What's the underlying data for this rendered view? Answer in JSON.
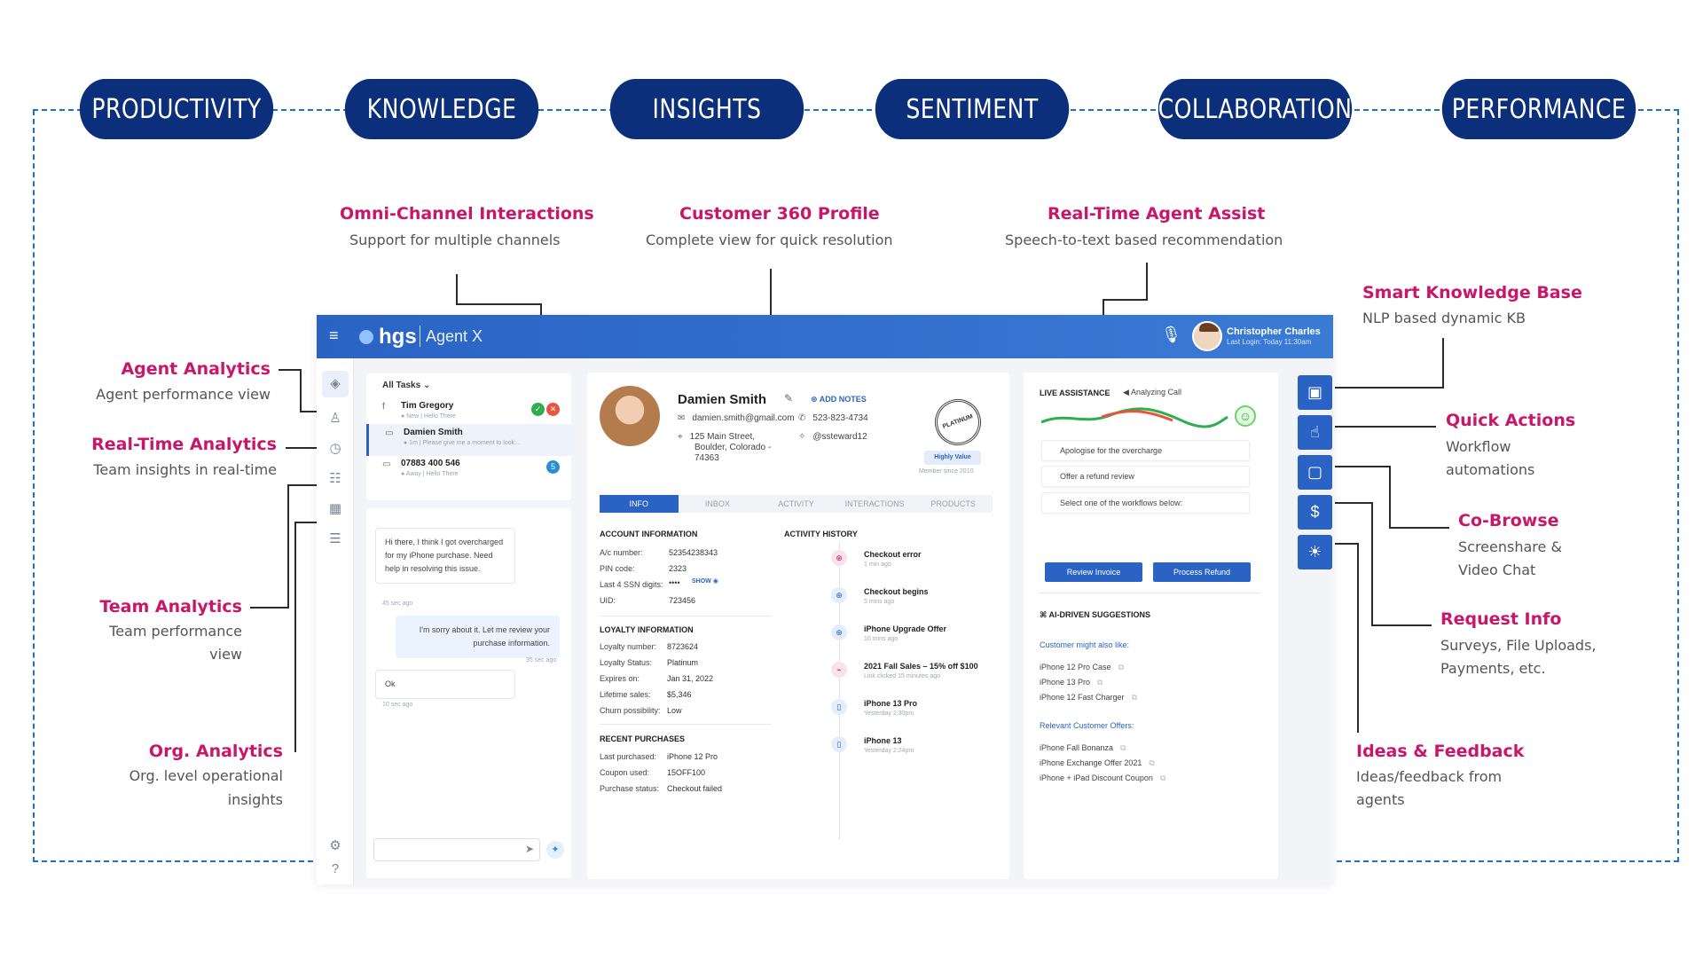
{
  "pillars": [
    "PRODUCTIVITY",
    "KNOWLEDGE",
    "INSIGHTS",
    "SENTIMENT",
    "COLLABORATION",
    "PERFORMANCE"
  ],
  "callouts": {
    "omni": {
      "title": "Omni-Channel Interactions",
      "sub": "Support for multiple channels"
    },
    "c360": {
      "title": "Customer 360 Profile",
      "sub": "Complete view for quick resolution"
    },
    "rtassist": {
      "title": "Real-Time Agent Assist",
      "sub": "Speech-to-text based recommendation"
    },
    "kb": {
      "title": "Smart Knowledge Base",
      "sub": "NLP based dynamic KB"
    },
    "agent": {
      "title": "Agent Analytics",
      "sub": "Agent performance view"
    },
    "rta": {
      "title": "Real-Time Analytics",
      "sub": "Team insights in real-time"
    },
    "team": {
      "title": "Team Analytics",
      "sub1": "Team performance",
      "sub2": "view"
    },
    "org": {
      "title": "Org. Analytics",
      "sub1": "Org. level operational",
      "sub2": "insights"
    },
    "quick": {
      "title": "Quick Actions",
      "sub1": "Workflow",
      "sub2": "automations"
    },
    "cobrowse": {
      "title": "Co-Browse",
      "sub1": "Screenshare &",
      "sub2": "Video Chat"
    },
    "request": {
      "title": "Request Info",
      "sub1": "Surveys, File Uploads,",
      "sub2": "Payments, etc."
    },
    "ideas": {
      "title": "Ideas & Feedback",
      "sub1": "Ideas/feedback from",
      "sub2": "agents"
    }
  },
  "app": {
    "logo": "hgs",
    "product": "Agent X",
    "user_name": "Christopher Charles",
    "user_sub": "Last Login: Today 11:30am"
  },
  "tasks": {
    "header": "All Tasks",
    "items": [
      {
        "name": "Tim Gregory",
        "sub": "● New | Hello There"
      },
      {
        "name": "Damien Smith",
        "sub": "● 1m | Please give me a moment to look..."
      },
      {
        "name": "07883 400 546",
        "sub": "● Away | Hello There",
        "badge": "5"
      }
    ]
  },
  "chat": {
    "msg1": "Hi there, I think I got overcharged for my iPhone purchase. Need help in resolving this issue.",
    "ts1": "45 sec ago",
    "msg2": "I'm sorry about it. Let me review your purchase information.",
    "ts2": "35 sec ago",
    "msg3": "Ok",
    "ts3": "10 sec ago"
  },
  "profile": {
    "name": "Damien Smith",
    "add_notes": "ADD NOTES",
    "email": "damien.smith@gmail.com",
    "phone": "523-823-4734",
    "address1": "125 Main Street,",
    "address2": "Boulder, Colorado -",
    "address3": "74363",
    "twitter": "@ssteward12",
    "stamp": "PLATINUM",
    "value": "Highly Value",
    "since": "Member since 2010",
    "tabs": [
      "INFO",
      "INBOX",
      "ACTIVITY",
      "INTERACTIONS",
      "PRODUCTS"
    ],
    "account_title": "ACCOUNT INFORMATION",
    "account": [
      {
        "k": "A/c number:",
        "v": "52354238343"
      },
      {
        "k": "PIN code:",
        "v": "2323"
      },
      {
        "k": "Last 4 SSN digits:",
        "v": "••••"
      },
      {
        "k": "UID:",
        "v": "723456"
      }
    ],
    "show": "SHOW",
    "loyalty_title": "LOYALTY INFORMATION",
    "loyalty": [
      {
        "k": "Loyalty number:",
        "v": "8723624"
      },
      {
        "k": "Loyalty Status:",
        "v": "Platinum"
      },
      {
        "k": "Expires on:",
        "v": "Jan 31, 2022"
      },
      {
        "k": "Lifetime sales:",
        "v": "$5,346"
      },
      {
        "k": "Churn possibility:",
        "v": "Low"
      }
    ],
    "recent_title": "RECENT PURCHASES",
    "recent": [
      {
        "k": "Last purchased:",
        "v": "iPhone 12 Pro"
      },
      {
        "k": "Coupon used:",
        "v": "15OFF100"
      },
      {
        "k": "Purchase status:",
        "v": "Checkout failed"
      }
    ],
    "activity_title": "ACTIVITY HISTORY",
    "activity": [
      {
        "t": "Checkout error",
        "s": "1 min ago"
      },
      {
        "t": "Checkout begins",
        "s": "5 mins ago"
      },
      {
        "t": "iPhone Upgrade Offer",
        "s": "10 mins ago"
      },
      {
        "t": "2021 Fall Sales – 15% off $100",
        "s": "Link clicked 15 minutes ago"
      },
      {
        "t": "iPhone 13 Pro",
        "s": "Yesterday 2:30pm"
      },
      {
        "t": "iPhone 13",
        "s": "Yesterday 2:24pm"
      }
    ]
  },
  "assist": {
    "title": "LIVE ASSISTANCE",
    "analyzing": "Analyzing Call",
    "suggestions": [
      "Apologise for the overcharge",
      "Offer a refund review",
      "Select one of the workflows below:"
    ],
    "btn1": "Review Invoice",
    "btn2": "Process Refund",
    "ai_title": "AI-DRIVEN SUGGESTIONS",
    "also_like_label": "Customer might also like:",
    "also_like": [
      "iPhone 12 Pro Case",
      "iPhone 13 Pro",
      "iPhone 12 Fast Charger"
    ],
    "offers_label": "Relevant Customer Offers:",
    "offers": [
      "iPhone Fall Bonanza",
      "iPhone Exchange Offer 2021",
      "iPhone + iPad Discount Coupon"
    ]
  },
  "colors": {
    "pill": "#0b2f7a",
    "accent": "#c8176a",
    "app_blue": "#2a63c4"
  }
}
